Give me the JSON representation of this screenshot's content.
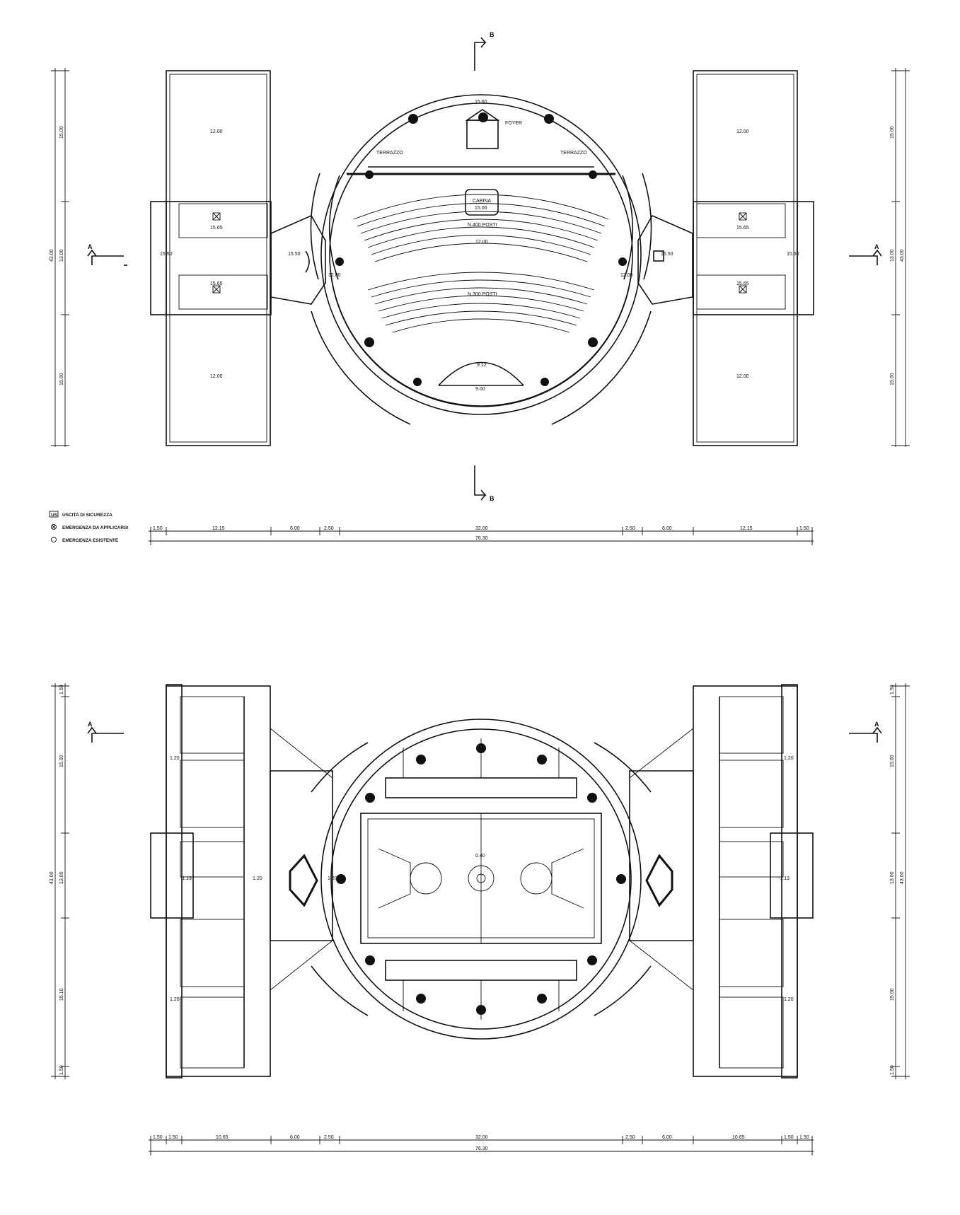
{
  "upper_plan": {
    "section_b": "B",
    "section_a": "A",
    "foyer": "FOYER",
    "terrace": "TERRAZZO",
    "stage": "CABINA",
    "upper_seats": "N.400 POSTI",
    "lower_seats": "N.300 POSTI",
    "levels": {
      "foyer": "15.60",
      "cabina": "15.06",
      "upper_hall": "12.00",
      "stage": "9.12",
      "stage_width": "9.00",
      "side_left": "12.00",
      "side_right": "12.00",
      "wing_top": "12.00",
      "wing_bottom": "12.00",
      "wing_mid": "15.65",
      "link": "15.50",
      "side_block": "15.50"
    },
    "dims_left": [
      "15.00",
      "13.00",
      "43.00",
      "15.00"
    ],
    "dims_right": [
      "15.00",
      "13.00",
      "43.00",
      "15.00"
    ],
    "dims_bottom": [
      "1.50",
      "12.15",
      "6.00",
      "2.50",
      "32.00",
      "2.50",
      "6.00",
      "12.15",
      "1.50"
    ],
    "total": "76.30"
  },
  "legend": {
    "exit": "USCITA DI SICUREZZA",
    "emergency_new": "EMERGENZA DA APPLICARSI",
    "emergency_existing": "EMERGENZA ESISTENTE",
    "exit_symbol": "US"
  },
  "lower_plan": {
    "section_a": "A",
    "court_level": "0.40",
    "levels": {
      "room_left_top": "1.20",
      "room_left_bottom": "1.20",
      "room_right_top": "1.20",
      "room_right_bottom": "1.20",
      "hall_left": "1.20",
      "entry_left": "-1.13",
      "entry_right": "-1.13",
      "gym_link": "1.20"
    },
    "dims_left": [
      "1.50",
      "15.00",
      "13.00",
      "43.00",
      "15.10",
      "1.50"
    ],
    "dims_right": [
      "1.50",
      "15.00",
      "13.00",
      "43.00",
      "15.00",
      "1.50"
    ],
    "dims_bottom": [
      "1.50",
      "1.50",
      "10.65",
      "6.00",
      "2.50",
      "32.00",
      "2.50",
      "6.00",
      "10.65",
      "1.50",
      "1.50"
    ],
    "total": "76.30"
  }
}
